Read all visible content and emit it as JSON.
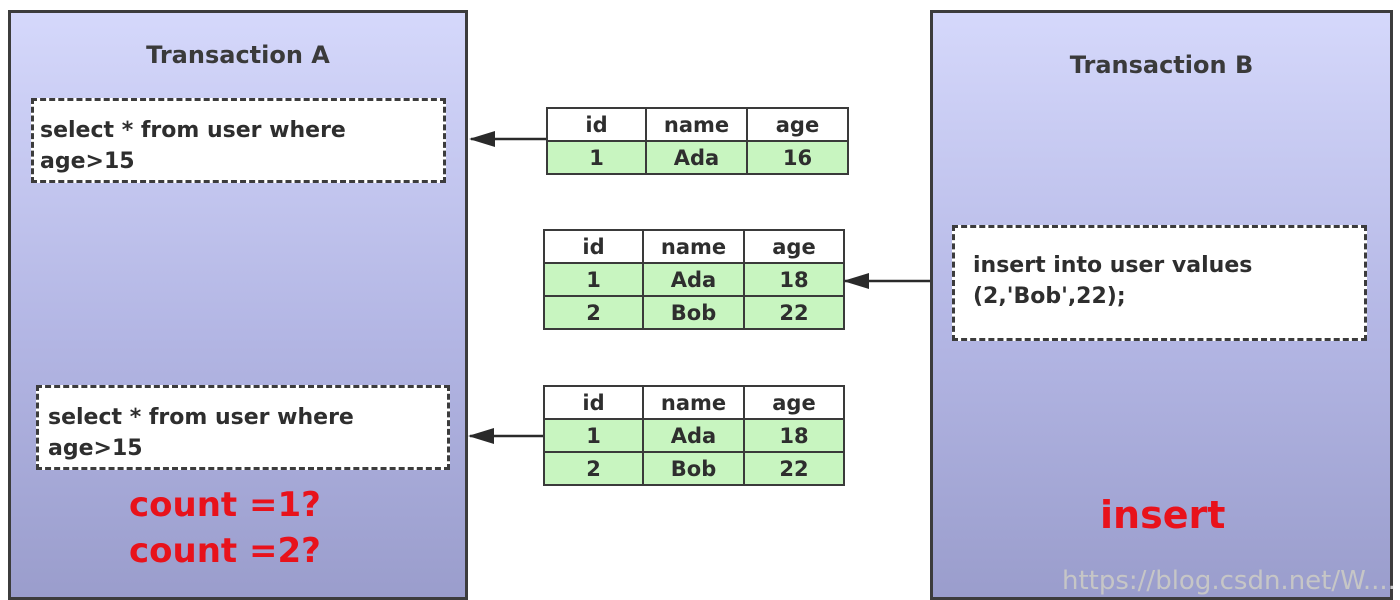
{
  "transaction_a": {
    "title": "Transaction A",
    "query_1": [
      "select * from user where",
      "age>15"
    ],
    "query_2": [
      "select * from user where",
      "age>15"
    ],
    "result_1": "count =1?",
    "result_2": "count =2?"
  },
  "transaction_b": {
    "title": "Transaction B",
    "statement": [
      "insert into user values",
      "(2,'Bob',22);"
    ],
    "label": "insert"
  },
  "tables": [
    {
      "headers": [
        "id",
        "name",
        "age"
      ],
      "rows": [
        [
          "1",
          "Ada",
          "16"
        ]
      ]
    },
    {
      "headers": [
        "id",
        "name",
        "age"
      ],
      "rows": [
        [
          "1",
          "Ada",
          "18"
        ],
        [
          "2",
          "Bob",
          "22"
        ]
      ]
    },
    {
      "headers": [
        "id",
        "name",
        "age"
      ],
      "rows": [
        [
          "1",
          "Ada",
          "18"
        ],
        [
          "2",
          "Bob",
          "22"
        ]
      ]
    }
  ],
  "colors": {
    "panel_top": "#d5d8fb",
    "panel_bottom": "#9a9dcc",
    "row_fill": "#c8f5c0",
    "highlight_red": "#e8121b"
  },
  "watermark": "https://blog.csdn.net/W...."
}
